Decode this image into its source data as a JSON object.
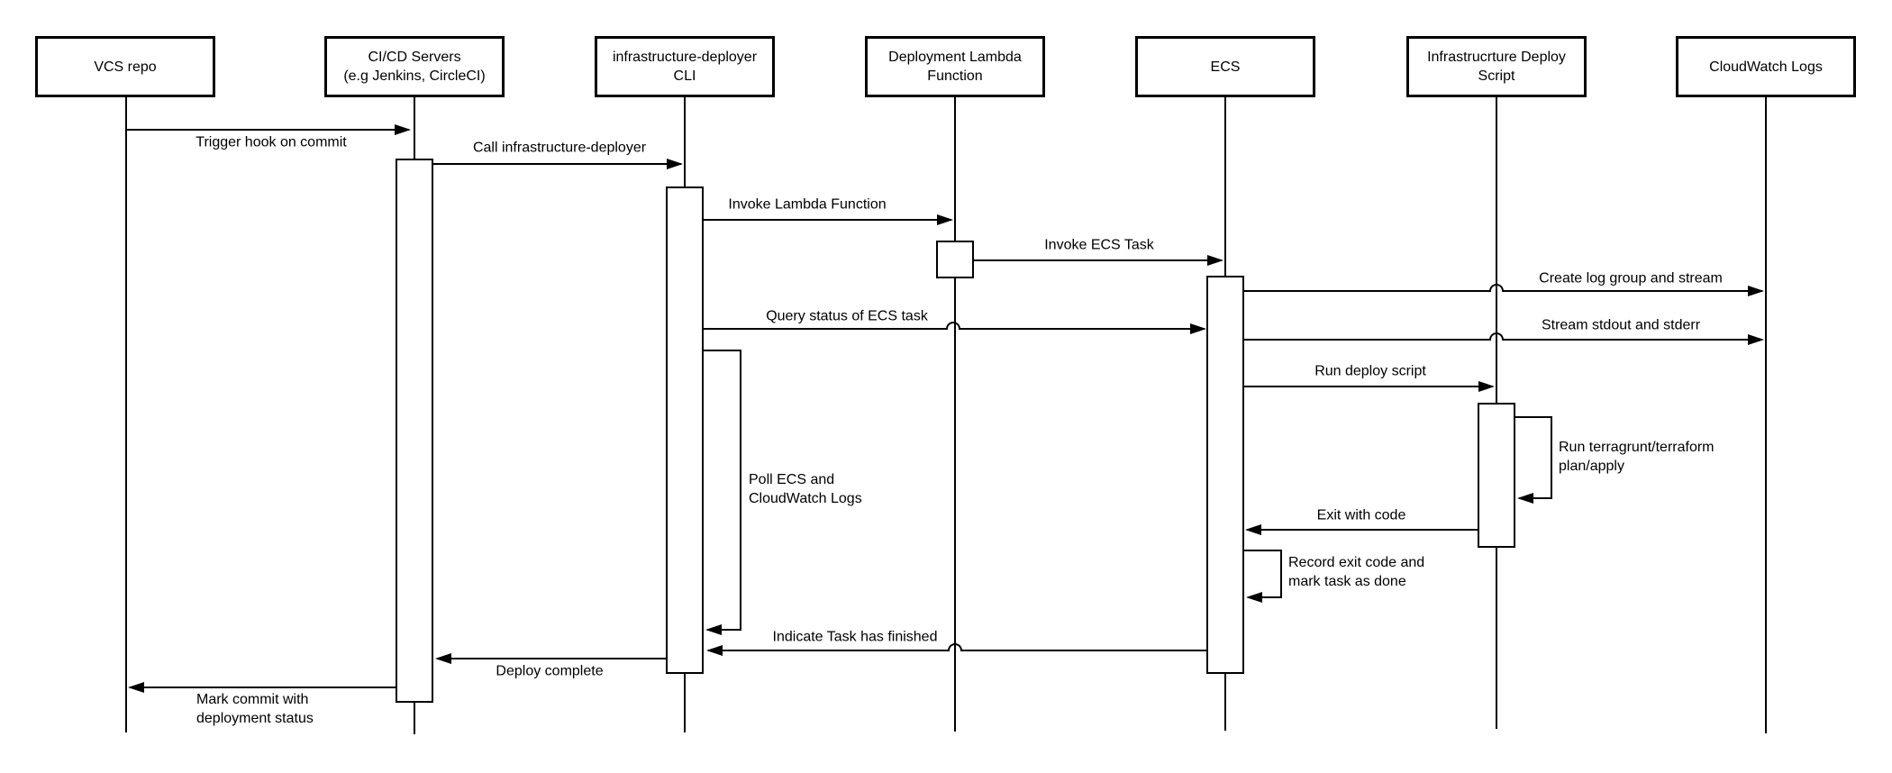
{
  "diagram": {
    "kind": "uml-sequence-diagram",
    "background_color": "#ffffff",
    "stroke_color": "#000000",
    "text_color": "#000000",
    "actors": [
      {
        "id": "vcs",
        "label": "VCS repo"
      },
      {
        "id": "cicd",
        "label": "CI/CD Servers\n(e.g Jenkins, CircleCI)"
      },
      {
        "id": "cli",
        "label": "infrastructure-deployer\nCLI"
      },
      {
        "id": "lambda",
        "label": "Deployment Lambda\nFunction"
      },
      {
        "id": "ecs",
        "label": "ECS"
      },
      {
        "id": "deploy_script",
        "label": "Infrastrucrture Deploy\nScript"
      },
      {
        "id": "cloudwatch",
        "label": "CloudWatch Logs"
      }
    ],
    "messages": [
      {
        "id": "trigger",
        "from": "vcs",
        "to": "cicd",
        "label": "Trigger hook on commit"
      },
      {
        "id": "call",
        "from": "cicd",
        "to": "cli",
        "label": "Call infrastructure-deployer"
      },
      {
        "id": "invoke_lambda",
        "from": "cli",
        "to": "lambda",
        "label": "Invoke Lambda Function"
      },
      {
        "id": "invoke_ecs",
        "from": "lambda",
        "to": "ecs",
        "label": "Invoke ECS Task"
      },
      {
        "id": "create_log",
        "from": "ecs",
        "to": "cloudwatch",
        "label": "Create log group and stream"
      },
      {
        "id": "query_status",
        "from": "cli",
        "to": "ecs",
        "label": "Query status of ECS task"
      },
      {
        "id": "stream_stdout",
        "from": "ecs",
        "to": "cloudwatch",
        "label": "Stream stdout and stderr"
      },
      {
        "id": "run_deploy",
        "from": "ecs",
        "to": "deploy_script",
        "label": "Run deploy script"
      },
      {
        "id": "terragrunt",
        "from": "deploy_script",
        "to": "deploy_script",
        "label": "Run terragrunt/terraform\nplan/apply"
      },
      {
        "id": "exit_code",
        "from": "deploy_script",
        "to": "ecs",
        "label": "Exit with code"
      },
      {
        "id": "record_exit",
        "from": "ecs",
        "to": "ecs",
        "label": "Record exit code and\nmark task as done"
      },
      {
        "id": "poll",
        "from": "cli",
        "to": "cli",
        "label": "Poll ECS and\nCloudWatch Logs"
      },
      {
        "id": "indicate",
        "from": "ecs",
        "to": "cli",
        "label": "Indicate Task has finished"
      },
      {
        "id": "deploy_complete",
        "from": "cli",
        "to": "cicd",
        "label": "Deploy complete"
      },
      {
        "id": "mark_commit",
        "from": "cicd",
        "to": "vcs",
        "label": "Mark commit with\ndeployment status"
      }
    ]
  }
}
